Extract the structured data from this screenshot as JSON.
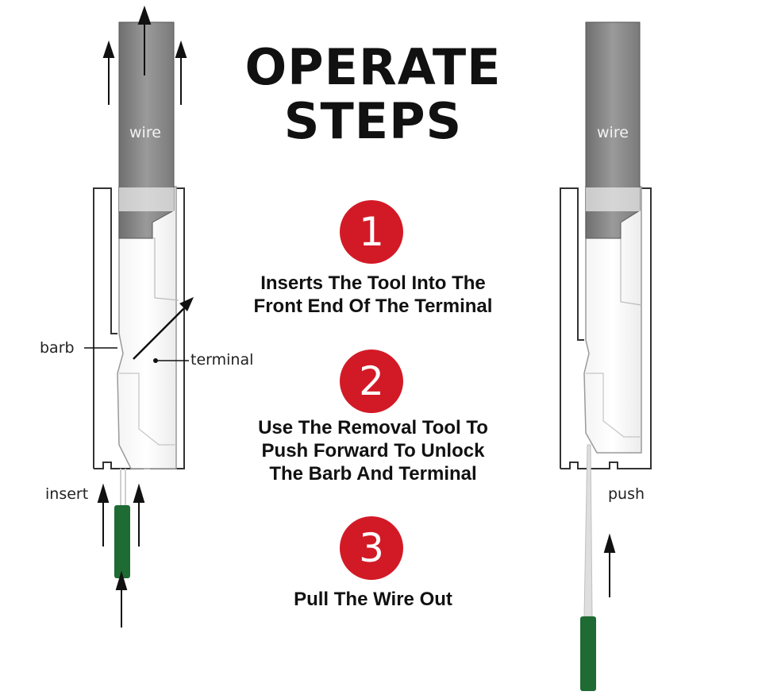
{
  "title": {
    "line1": "OPERATE",
    "line2": "STEPS"
  },
  "steps": [
    {
      "number": "1",
      "lines": [
        "Inserts The Tool Into The",
        "Front End Of The Terminal"
      ]
    },
    {
      "number": "2",
      "lines": [
        "Use The Removal Tool To",
        "Push Forward To Unlock",
        "The Barb And Terminal"
      ]
    },
    {
      "number": "3",
      "lines": [
        "Pull The Wire Out"
      ]
    }
  ],
  "left_diagram": {
    "wire_label": "wire",
    "barb_label": "barb",
    "terminal_label": "terminal",
    "insert_label": "insert"
  },
  "right_diagram": {
    "wire_label": "wire",
    "push_label": "push"
  },
  "colors": {
    "accent_red": "#d21a26",
    "wire_gray": "#8c8c8c",
    "tool_green": "#1e6b33",
    "outline": "#333333"
  }
}
